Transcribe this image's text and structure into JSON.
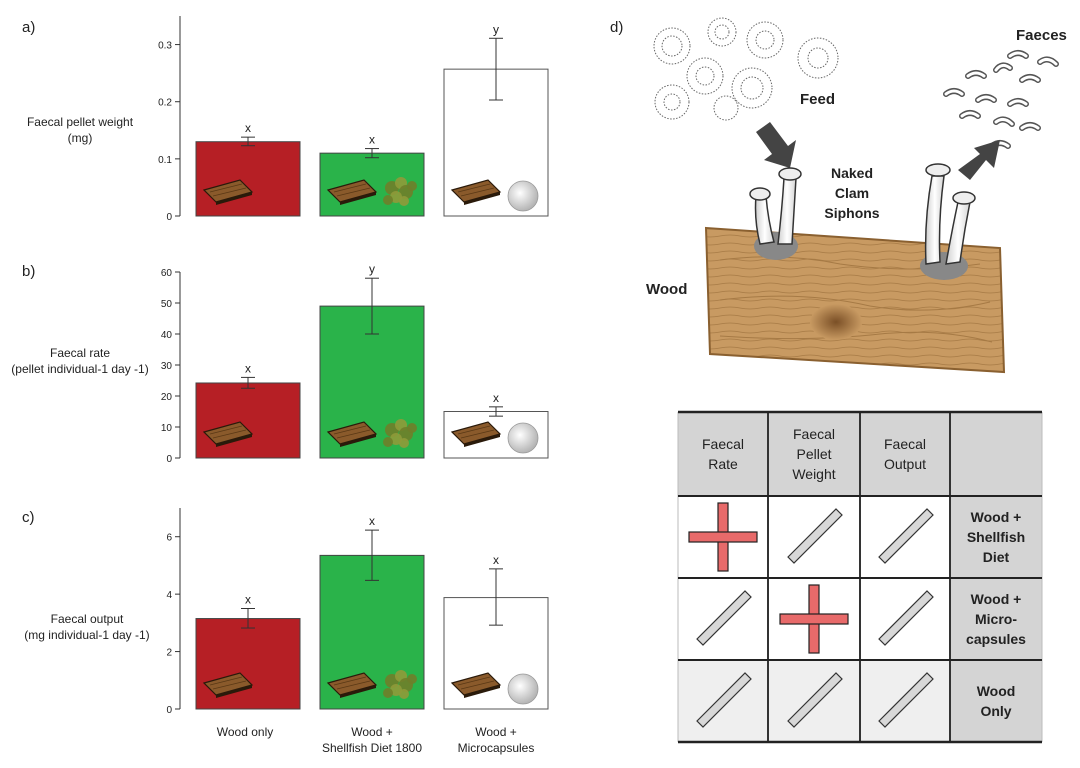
{
  "chart_data": [
    {
      "type": "bar",
      "panel_label": "a)",
      "ylabel_lines": [
        "Faecal pellet weight",
        "(mg)"
      ],
      "categories": [
        "Wood only",
        "Wood + Shellfish Diet 1800",
        "Wood + Microcapsules"
      ],
      "values": [
        0.13,
        0.11,
        0.257
      ],
      "error_low": [
        0.123,
        0.102,
        0.203
      ],
      "error_high": [
        0.138,
        0.118,
        0.311
      ],
      "significance": [
        "x",
        "x",
        "y"
      ],
      "ylim": [
        0,
        0.35
      ],
      "yticks": [
        0,
        0.1,
        0.2,
        0.3
      ],
      "ytick_labels": [
        "0",
        "0.1",
        "0.2",
        "0.3"
      ],
      "bar_colors": [
        "#b61f25",
        "#2ab34a",
        "#ffffff"
      ]
    },
    {
      "type": "bar",
      "panel_label": "b)",
      "ylabel_lines": [
        "Faecal rate",
        "(pellet individual-1 day -1)"
      ],
      "categories": [
        "Wood only",
        "Wood + Shellfish Diet 1800",
        "Wood + Microcapsules"
      ],
      "values": [
        24.2,
        49,
        15
      ],
      "error_low": [
        22.5,
        40,
        13.5
      ],
      "error_high": [
        26,
        58,
        16.5
      ],
      "significance": [
        "x",
        "y",
        "x"
      ],
      "ylim": [
        0,
        60
      ],
      "yticks": [
        0,
        10,
        20,
        30,
        40,
        50,
        60
      ],
      "ytick_labels": [
        "0",
        "10",
        "20",
        "30",
        "40",
        "50",
        "60"
      ],
      "bar_colors": [
        "#b61f25",
        "#2ab34a",
        "#ffffff"
      ]
    },
    {
      "type": "bar",
      "panel_label": "c)",
      "ylabel_lines": [
        "Faecal output",
        "(mg individual-1 day -1)"
      ],
      "categories": [
        "Wood only",
        "Wood + Shellfish Diet 1800",
        "Wood + Microcapsules"
      ],
      "values": [
        3.15,
        5.35,
        3.88
      ],
      "error_low": [
        2.82,
        4.48,
        2.92
      ],
      "error_high": [
        3.5,
        6.23,
        4.88
      ],
      "significance": [
        "x",
        "x",
        "x"
      ],
      "ylim": [
        0,
        7
      ],
      "yticks": [
        0,
        2,
        4,
        6
      ],
      "ytick_labels": [
        "0",
        "2",
        "4",
        "6"
      ],
      "bar_colors": [
        "#b61f25",
        "#2ab34a",
        "#ffffff"
      ]
    }
  ],
  "category_labels": [
    [
      "Wood only"
    ],
    [
      "Wood +",
      "Shellfish Diet 1800"
    ],
    [
      "Wood +",
      "Microcapsules"
    ]
  ],
  "diagram": {
    "panel_label": "d)",
    "feed_label": "Feed",
    "faeces_label": "Faeces",
    "siphon_label_lines": [
      "Naked",
      "Clam",
      "Siphons"
    ],
    "wood_label": "Wood"
  },
  "summary_table": {
    "headers": [
      [
        "Faecal",
        "Rate"
      ],
      [
        "Faecal",
        "Pellet",
        "Weight"
      ],
      [
        "Faecal",
        "Output"
      ],
      [
        ""
      ]
    ],
    "rows": [
      {
        "label_lines": [
          "Wood +",
          "Shellfish",
          "Diet"
        ],
        "cells": [
          "increase",
          "no-change",
          "no-change"
        ]
      },
      {
        "label_lines": [
          "Wood +",
          "Micro-",
          "capsules"
        ],
        "cells": [
          "no-change",
          "increase",
          "no-change"
        ]
      },
      {
        "label_lines": [
          "Wood",
          "Only"
        ],
        "cells": [
          "no-change",
          "no-change",
          "no-change"
        ]
      }
    ],
    "colors": {
      "header_bg": "#d4d4d4",
      "row_bg": "#ffffff",
      "last_row_bg": "#efefef",
      "plus": "#e86a6a",
      "slash": "#d8d8d8"
    }
  }
}
